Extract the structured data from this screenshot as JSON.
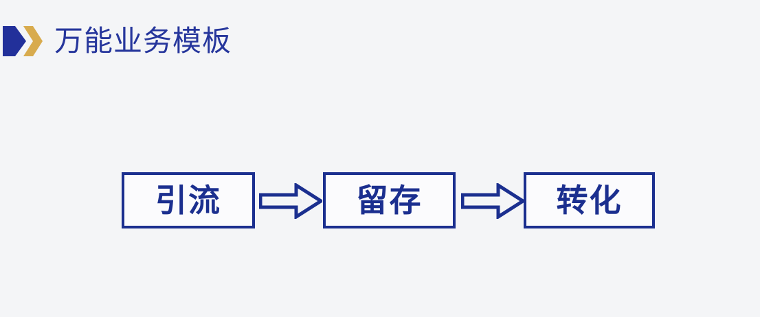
{
  "page": {
    "background_color": "#f4f5f7"
  },
  "header": {
    "title": "万能业务模板",
    "title_color": "#26369c",
    "logo": {
      "name": "double-chevron-logo",
      "primary_color": "#22309a",
      "accent_color": "#d8ab4e"
    }
  },
  "flow": {
    "border_color": "#1b2f8f",
    "box_fill_color": "#fbfbfd",
    "arrow_color": "#1b2f8f",
    "steps": [
      {
        "label": "引流"
      },
      {
        "label": "留存"
      },
      {
        "label": "转化"
      }
    ],
    "arrows": [
      {
        "name": "arrow-right-1"
      },
      {
        "name": "arrow-right-2"
      }
    ]
  }
}
